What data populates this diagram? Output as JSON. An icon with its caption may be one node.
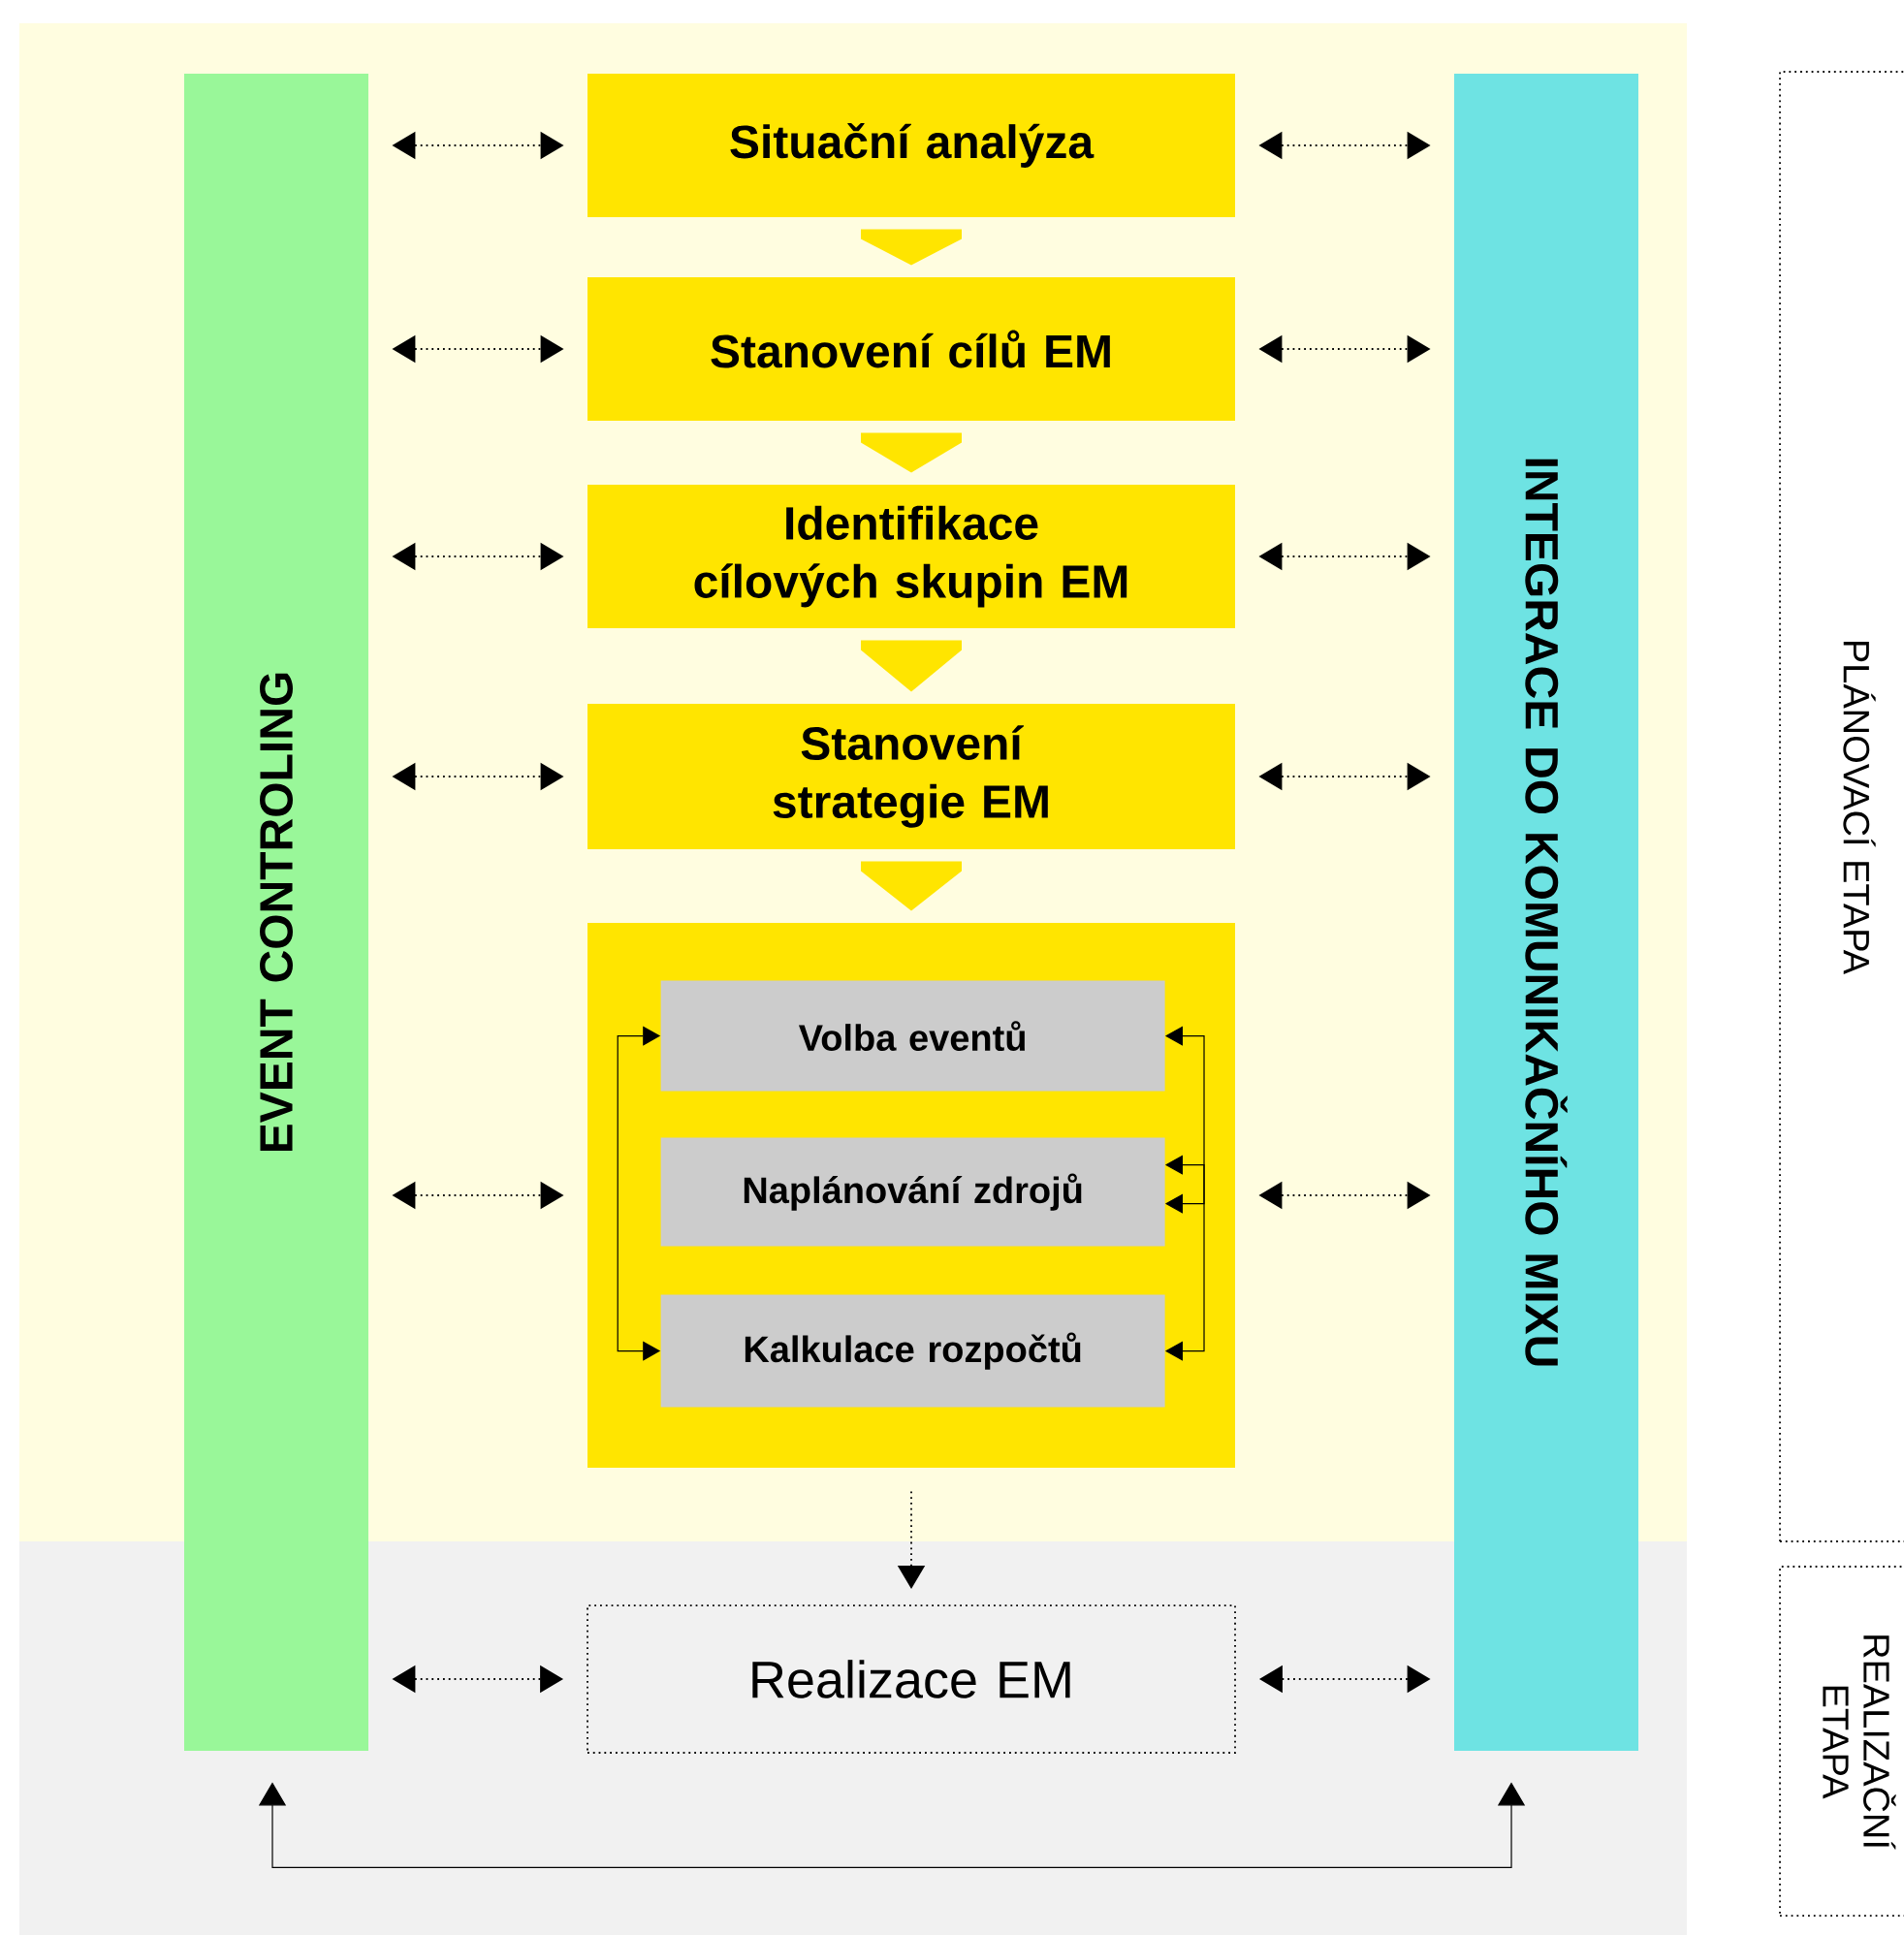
{
  "diagram": {
    "nodes": [
      {
        "text": [
          "EVENT CONTROLING"
        ]
      },
      {
        "text": [
          "INTEGRACE DO KOMUNIKAČNÍHO MIXU"
        ]
      },
      {
        "text": [
          "Situační analýza"
        ]
      },
      {
        "text": [
          "Stanovení cílů EM"
        ]
      },
      {
        "text": [
          "Identifikace cílových skupin EM"
        ]
      },
      {
        "text": [
          "Stanovení strategie EM"
        ]
      },
      {
        "text": [],
        "shape": "box"
      },
      {
        "text": [
          "Volba eventů"
        ],
        "in": 6
      },
      {
        "text": [
          "Naplánování zdrojů"
        ],
        "in": 6
      },
      {
        "text": [
          "Kalkulace rozpočtů"
        ],
        "in": 6
      },
      {
        "text": [
          "Realizace EM"
        ]
      },
      {
        "text": [
          "PLÁNOVACÍ ETAPA"
        ]
      },
      {
        "text": [
          "REALIZAČNÍ ETAPA"
        ]
      }
    ],
    "edges": [
      {
        "from": 2,
        "to": 3,
        "arrow": "to",
        "style": "thick",
        "color": "#ffe500"
      },
      {
        "from": 3,
        "to": 4,
        "arrow": "to",
        "style": "thick",
        "color": "#ffe500"
      },
      {
        "from": 4,
        "to": 5,
        "arrow": "to",
        "style": "thick",
        "color": "#ffe500"
      },
      {
        "from": 5,
        "to": 6,
        "arrow": "to",
        "style": "thick",
        "color": "#ffe500"
      },
      {
        "from": 0,
        "to": 2,
        "arrow": "both",
        "style": "dashed"
      },
      {
        "from": 0,
        "to": 3,
        "arrow": "both",
        "style": "dashed"
      },
      {
        "from": 0,
        "to": 4,
        "arrow": "both",
        "style": "dashed"
      },
      {
        "from": 0,
        "to": 5,
        "arrow": "both",
        "style": "dashed"
      },
      {
        "from": 0,
        "to": 6,
        "arrow": "both",
        "style": "dashed"
      },
      {
        "from": 0,
        "to": 10,
        "arrow": "both",
        "style": "dashed"
      },
      {
        "from": 2,
        "to": 1,
        "arrow": "both",
        "style": "dashed"
      },
      {
        "from": 3,
        "to": 1,
        "arrow": "both",
        "style": "dashed"
      },
      {
        "from": 4,
        "to": 1,
        "arrow": "both",
        "style": "dashed"
      },
      {
        "from": 5,
        "to": 1,
        "arrow": "both",
        "style": "dashed"
      },
      {
        "from": 6,
        "to": 1,
        "arrow": "both",
        "style": "dashed"
      },
      {
        "from": 10,
        "to": 1,
        "arrow": "both",
        "style": "dashed"
      },
      {
        "from": 6,
        "to": 10,
        "arrow": "to",
        "style": "dashed"
      },
      {
        "from": 7,
        "to": 9,
        "arrow": "both"
      },
      {
        "from": 7,
        "to": 8,
        "arrow": "both"
      },
      {
        "from": 8,
        "to": 9,
        "arrow": "both"
      },
      {
        "from": 0,
        "to": 1,
        "arrow": "both"
      }
    ]
  }
}
